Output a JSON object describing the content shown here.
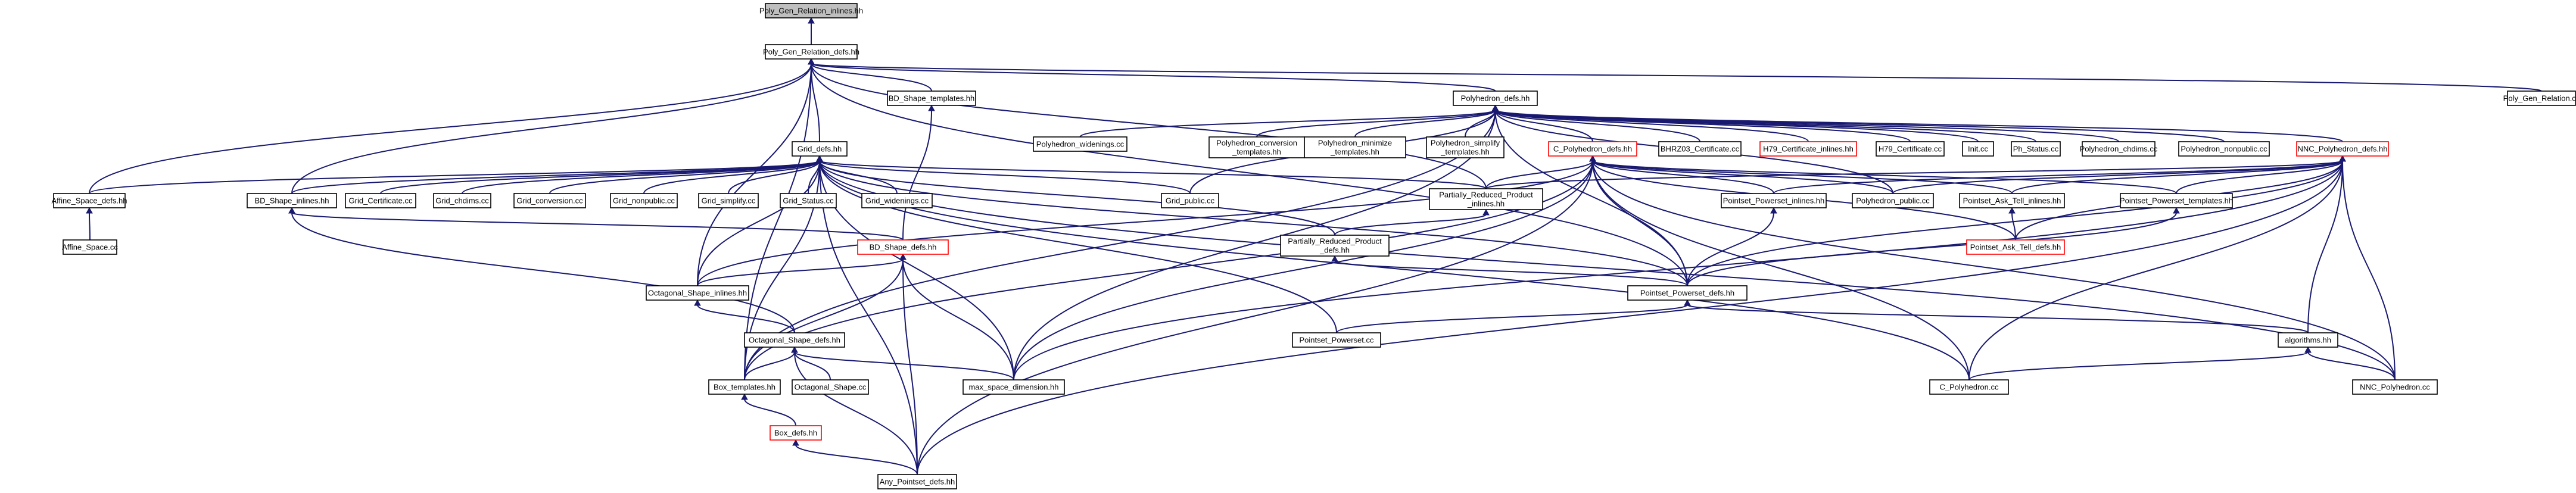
{
  "graph": {
    "colors": {
      "edge": "#191970",
      "node_border": "#000000",
      "link_node_border": "#ff0000",
      "root_fill": "#bfbfbf",
      "background": "#ffffff"
    },
    "nodes": [
      {
        "id": "n0",
        "label": [
          "Poly_Gen_Relation_inlines.hh"
        ],
        "root": true
      },
      {
        "id": "n1",
        "label": [
          "Poly_Gen_Relation_defs.hh"
        ]
      },
      {
        "id": "n2",
        "label": [
          "Polyhedron_defs.hh"
        ]
      },
      {
        "id": "n3",
        "label": [
          "BD_Shape_templates.hh"
        ]
      },
      {
        "id": "n4",
        "label": [
          "Poly_Gen_Relation.cc"
        ]
      },
      {
        "id": "n5",
        "label": [
          "Grid_defs.hh"
        ]
      },
      {
        "id": "n6",
        "label": [
          "Polyhedron_widenings.cc"
        ]
      },
      {
        "id": "n7",
        "label": [
          "Polyhedron_conversion",
          "_templates.hh"
        ]
      },
      {
        "id": "n8",
        "label": [
          "Polyhedron_minimize",
          "_templates.hh"
        ]
      },
      {
        "id": "n9",
        "label": [
          "Polyhedron_simplify",
          "_templates.hh"
        ]
      },
      {
        "id": "n10",
        "label": [
          "C_Polyhedron_defs.hh"
        ],
        "red": true
      },
      {
        "id": "n11",
        "label": [
          "BHRZ03_Certificate.cc"
        ]
      },
      {
        "id": "n12",
        "label": [
          "H79_Certificate_inlines.hh"
        ],
        "red": true
      },
      {
        "id": "n13",
        "label": [
          "H79_Certificate.cc"
        ]
      },
      {
        "id": "n14",
        "label": [
          "Init.cc"
        ]
      },
      {
        "id": "n15",
        "label": [
          "Ph_Status.cc"
        ]
      },
      {
        "id": "n16",
        "label": [
          "Polyhedron_chdims.cc"
        ]
      },
      {
        "id": "n17",
        "label": [
          "Polyhedron_nonpublic.cc"
        ]
      },
      {
        "id": "n18",
        "label": [
          "NNC_Polyhedron_defs.hh"
        ],
        "red": true
      },
      {
        "id": "n19",
        "label": [
          "Affine_Space_defs.hh"
        ]
      },
      {
        "id": "n20",
        "label": [
          "BD_Shape_inlines.hh"
        ]
      },
      {
        "id": "n21",
        "label": [
          "Grid_Certificate.cc"
        ]
      },
      {
        "id": "n22",
        "label": [
          "Grid_chdims.cc"
        ]
      },
      {
        "id": "n23",
        "label": [
          "Grid_conversion.cc"
        ]
      },
      {
        "id": "n24",
        "label": [
          "Grid_nonpublic.cc"
        ]
      },
      {
        "id": "n25",
        "label": [
          "Grid_simplify.cc"
        ]
      },
      {
        "id": "n26",
        "label": [
          "Grid_Status.cc"
        ]
      },
      {
        "id": "n27",
        "label": [
          "Grid_widenings.cc"
        ]
      },
      {
        "id": "n28",
        "label": [
          "Grid_public.cc"
        ]
      },
      {
        "id": "n29",
        "label": [
          "Partially_Reduced_Product",
          "_inlines.hh"
        ]
      },
      {
        "id": "n30",
        "label": [
          "Pointset_Powerset_inlines.hh"
        ]
      },
      {
        "id": "n31",
        "label": [
          "Polyhedron_public.cc"
        ]
      },
      {
        "id": "n32",
        "label": [
          "Pointset_Ask_Tell_inlines.hh"
        ]
      },
      {
        "id": "n33",
        "label": [
          "Pointset_Powerset_templates.hh"
        ]
      },
      {
        "id": "n34",
        "label": [
          "Affine_Space.cc"
        ]
      },
      {
        "id": "n35",
        "label": [
          "BD_Shape_defs.hh"
        ],
        "red": true
      },
      {
        "id": "n36",
        "label": [
          "Partially_Reduced_Product",
          "_defs.hh"
        ]
      },
      {
        "id": "n37",
        "label": [
          "Pointset_Ask_Tell_defs.hh"
        ],
        "red": true
      },
      {
        "id": "n38",
        "label": [
          "Octagonal_Shape_inlines.hh"
        ]
      },
      {
        "id": "n39",
        "label": [
          "Pointset_Powerset_defs.hh"
        ]
      },
      {
        "id": "n40",
        "label": [
          "Octagonal_Shape_defs.hh"
        ]
      },
      {
        "id": "n41",
        "label": [
          "Pointset_Powerset.cc"
        ]
      },
      {
        "id": "n42",
        "label": [
          "algorithms.hh"
        ]
      },
      {
        "id": "n43",
        "label": [
          "Box_templates.hh"
        ]
      },
      {
        "id": "n44",
        "label": [
          "Octagonal_Shape.cc"
        ]
      },
      {
        "id": "n45",
        "label": [
          "max_space_dimension.hh"
        ]
      },
      {
        "id": "n46",
        "label": [
          "C_Polyhedron.cc"
        ]
      },
      {
        "id": "n47",
        "label": [
          "NNC_Polyhedron.cc"
        ]
      },
      {
        "id": "n48",
        "label": [
          "Box_defs.hh"
        ],
        "red": true
      },
      {
        "id": "n49",
        "label": [
          "Any_Pointset_defs.hh"
        ]
      }
    ]
  }
}
